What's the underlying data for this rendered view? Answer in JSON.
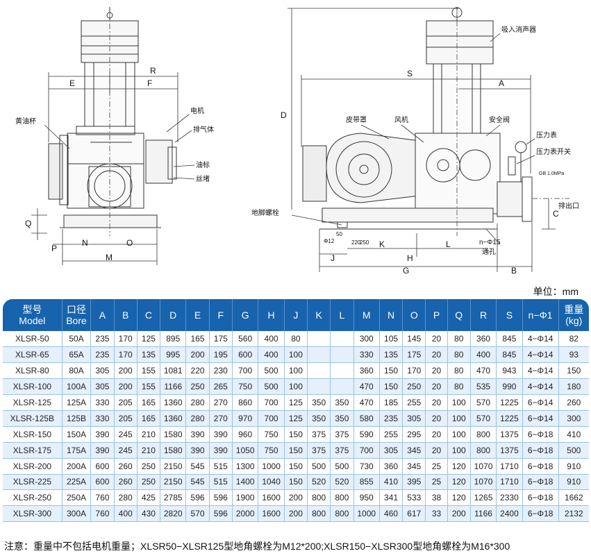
{
  "drawing": {
    "front_dims": [
      "R",
      "E",
      "F",
      "Q",
      "P",
      "N",
      "O",
      "M"
    ],
    "front_callouts": [
      "黄油杯",
      "电机",
      "排气体",
      "油标",
      "丝堵"
    ],
    "side_dims": [
      "S",
      "A",
      "D",
      "C",
      "J",
      "K",
      "H",
      "L",
      "G",
      "B"
    ],
    "side_callouts": [
      "吸入消声器",
      "皮带罩",
      "风机",
      "安全阀",
      "压力表",
      "压力表开关",
      "GB 1.0MPa",
      "排出口",
      "地脚螺栓",
      "n−Φ15",
      "通孔"
    ],
    "small_dims": [
      "Φ12",
      "50",
      "220",
      "250"
    ]
  },
  "unit_label": "单位：mm",
  "table": {
    "headers": [
      {
        "cn": "型号",
        "en": "Model"
      },
      {
        "cn": "口径",
        "en": "Bore"
      },
      {
        "cn": "A",
        "en": ""
      },
      {
        "cn": "B",
        "en": ""
      },
      {
        "cn": "C",
        "en": ""
      },
      {
        "cn": "D",
        "en": ""
      },
      {
        "cn": "E",
        "en": ""
      },
      {
        "cn": "F",
        "en": ""
      },
      {
        "cn": "G",
        "en": ""
      },
      {
        "cn": "H",
        "en": ""
      },
      {
        "cn": "J",
        "en": ""
      },
      {
        "cn": "K",
        "en": ""
      },
      {
        "cn": "L",
        "en": ""
      },
      {
        "cn": "M",
        "en": ""
      },
      {
        "cn": "N",
        "en": ""
      },
      {
        "cn": "O",
        "en": ""
      },
      {
        "cn": "P",
        "en": ""
      },
      {
        "cn": "Q",
        "en": ""
      },
      {
        "cn": "R",
        "en": ""
      },
      {
        "cn": "S",
        "en": ""
      },
      {
        "cn": "n−Φ1",
        "en": ""
      },
      {
        "cn": "重量",
        "en": "(kg)"
      }
    ],
    "rows": [
      [
        "XLSR-50",
        "50A",
        "235",
        "170",
        "125",
        "895",
        "165",
        "175",
        "560",
        "400",
        "80",
        "",
        "",
        "300",
        "105",
        "145",
        "20",
        "80",
        "360",
        "845",
        "4−Φ14",
        "82"
      ],
      [
        "XLSR-65",
        "65A",
        "235",
        "170",
        "135",
        "995",
        "200",
        "195",
        "600",
        "400",
        "100",
        "",
        "",
        "330",
        "135",
        "175",
        "20",
        "80",
        "400",
        "845",
        "4−Φ14",
        "93"
      ],
      [
        "XLSR-80",
        "80A",
        "305",
        "200",
        "155",
        "1081",
        "220",
        "230",
        "700",
        "500",
        "100",
        "",
        "",
        "360",
        "150",
        "170",
        "20",
        "80",
        "470",
        "943",
        "4−Φ14",
        "150"
      ],
      [
        "XLSR-100",
        "100A",
        "305",
        "200",
        "155",
        "1166",
        "250",
        "265",
        "750",
        "500",
        "100",
        "",
        "",
        "470",
        "150",
        "250",
        "20",
        "80",
        "535",
        "990",
        "4−Φ14",
        "180"
      ],
      [
        "XLSR-125",
        "125A",
        "330",
        "205",
        "165",
        "1360",
        "280",
        "270",
        "860",
        "700",
        "125",
        "350",
        "350",
        "470",
        "185",
        "255",
        "20",
        "100",
        "570",
        "1225",
        "6−Φ14",
        "260"
      ],
      [
        "XLSR-125B",
        "125B",
        "330",
        "205",
        "165",
        "1360",
        "280",
        "270",
        "970",
        "700",
        "125",
        "350",
        "350",
        "580",
        "235",
        "305",
        "20",
        "100",
        "570",
        "1225",
        "6−Φ14",
        "300"
      ],
      [
        "XLSR-150",
        "150A",
        "390",
        "245",
        "210",
        "1580",
        "390",
        "390",
        "960",
        "750",
        "150",
        "375",
        "375",
        "590",
        "255",
        "295",
        "20",
        "100",
        "800",
        "1375",
        "6−Φ18",
        "410"
      ],
      [
        "XLSR-175",
        "175A",
        "390",
        "245",
        "210",
        "1580",
        "390",
        "390",
        "1050",
        "750",
        "150",
        "375",
        "375",
        "700",
        "305",
        "345",
        "20",
        "100",
        "800",
        "1375",
        "6−Φ18",
        "500"
      ],
      [
        "XLSR-200",
        "200A",
        "600",
        "260",
        "250",
        "2150",
        "545",
        "515",
        "1300",
        "1000",
        "150",
        "500",
        "500",
        "730",
        "360",
        "345",
        "25",
        "120",
        "1070",
        "1710",
        "6−Φ18",
        "910"
      ],
      [
        "XLSR-225",
        "225A",
        "600",
        "260",
        "250",
        "2150",
        "545",
        "515",
        "1400",
        "1040",
        "150",
        "520",
        "520",
        "855",
        "410",
        "395",
        "25",
        "120",
        "1070",
        "1710",
        "6−Φ18",
        "910"
      ],
      [
        "XLSR-250",
        "250A",
        "760",
        "280",
        "425",
        "2785",
        "596",
        "596",
        "1900",
        "1600",
        "200",
        "800",
        "800",
        "950",
        "341",
        "533",
        "38",
        "120",
        "1265",
        "2330",
        "6−Φ18",
        "1662"
      ],
      [
        "XLSR-300",
        "300A",
        "760",
        "400",
        "430",
        "2820",
        "570",
        "596",
        "2000",
        "1600",
        "200",
        "800",
        "800",
        "1000",
        "460",
        "617",
        "33",
        "200",
        "1166",
        "2400",
        "6−Φ18",
        "2132"
      ]
    ]
  },
  "note": "注意：重量中不包括电机重量；XLSR50−XLSR125型地角螺栓为M12*200;XLSR150−XLSR300型地角螺栓为M16*300"
}
